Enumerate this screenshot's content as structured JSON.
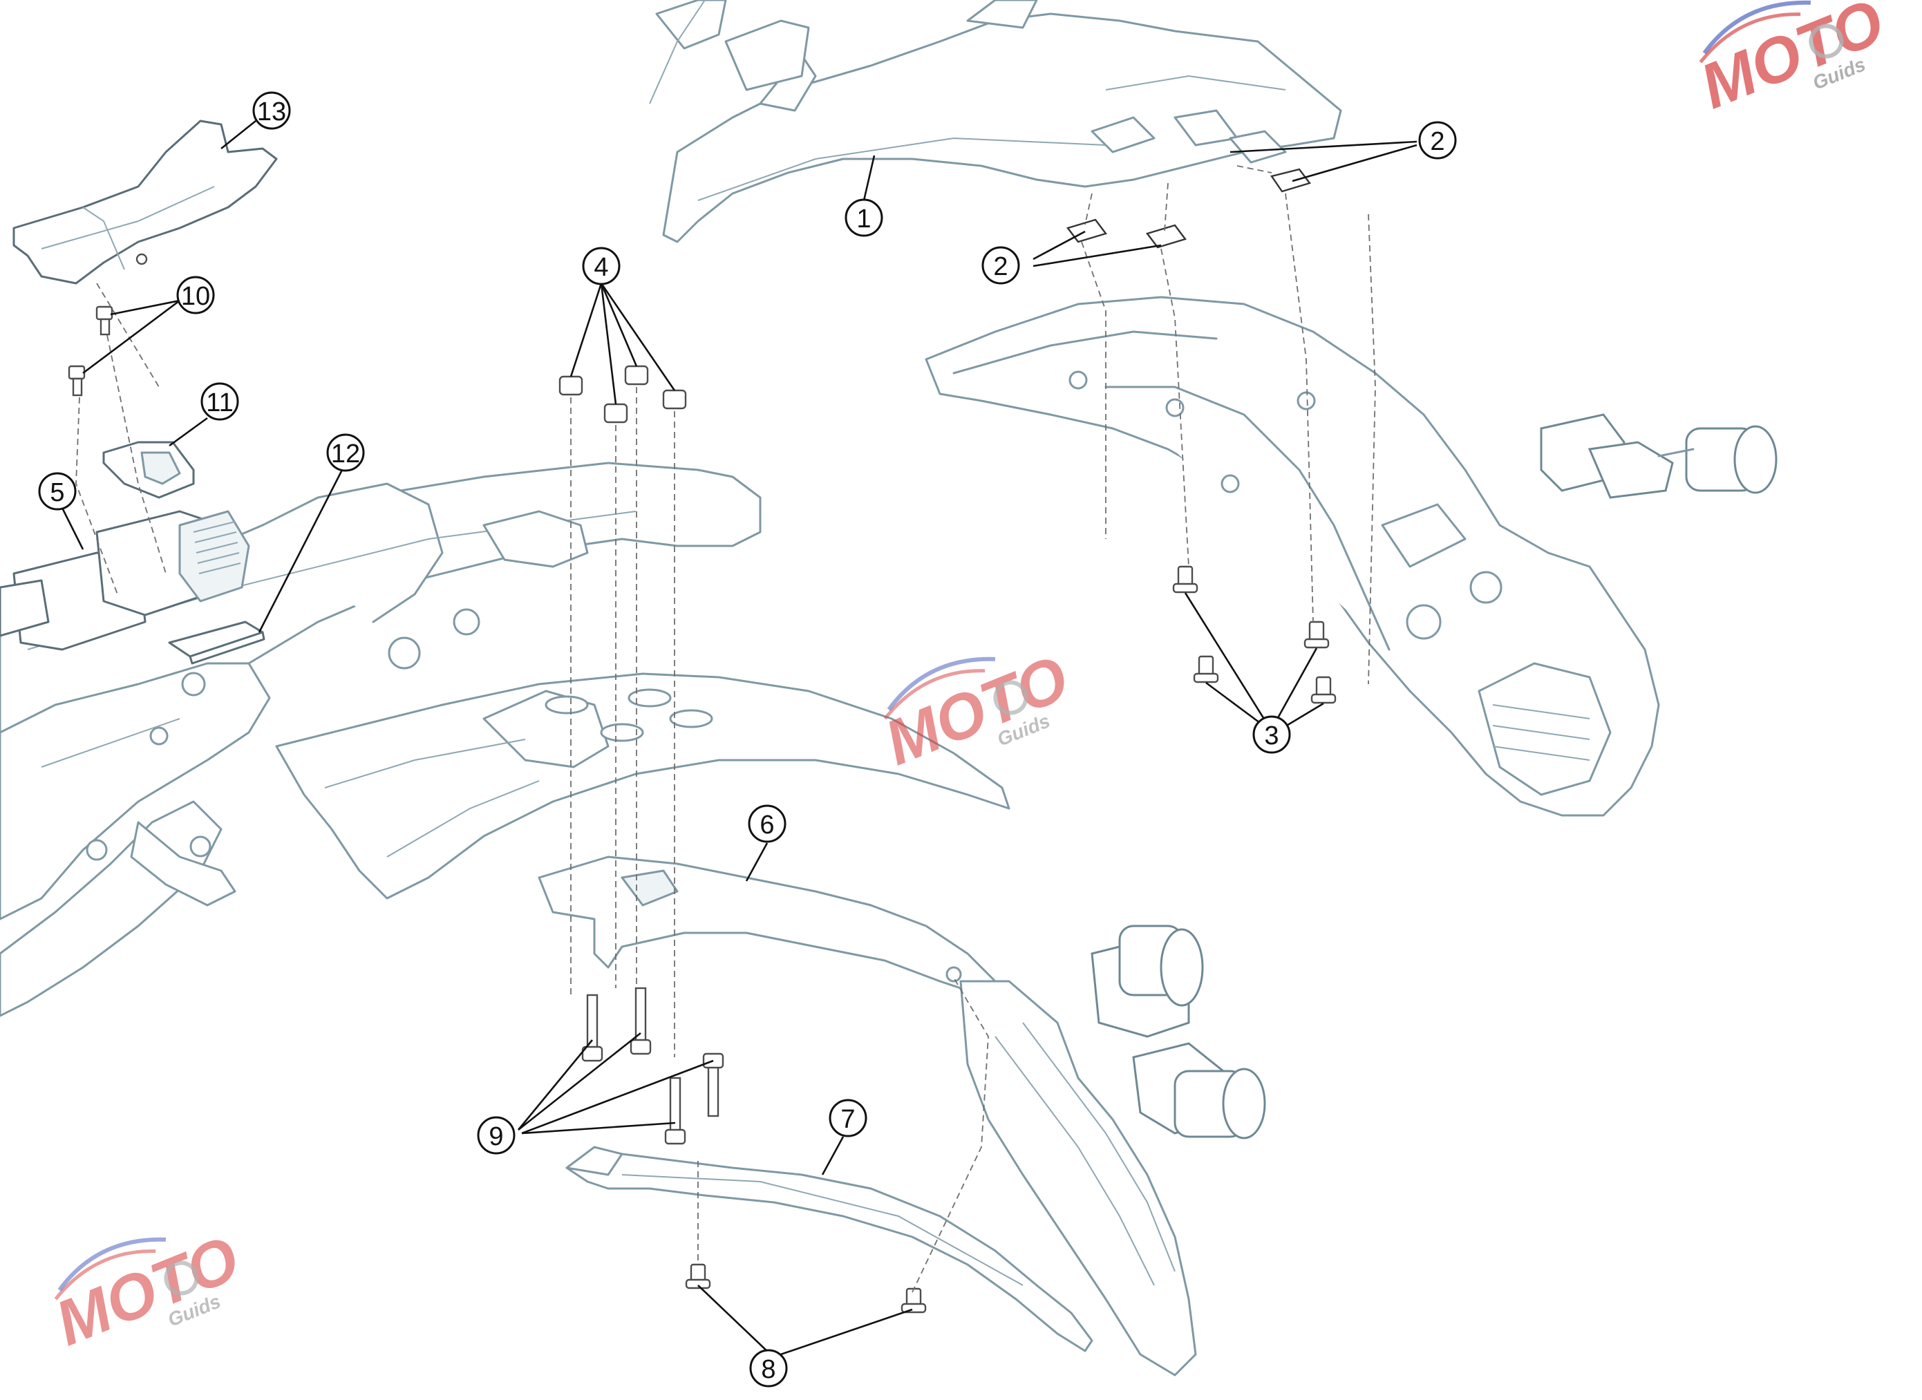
{
  "callouts": [
    {
      "id": "1",
      "label": "1"
    },
    {
      "id": "2a",
      "label": "2"
    },
    {
      "id": "2b",
      "label": "2"
    },
    {
      "id": "3",
      "label": "3"
    },
    {
      "id": "4",
      "label": "4"
    },
    {
      "id": "5",
      "label": "5"
    },
    {
      "id": "6",
      "label": "6"
    },
    {
      "id": "7",
      "label": "7"
    },
    {
      "id": "8",
      "label": "8"
    },
    {
      "id": "9",
      "label": "9"
    },
    {
      "id": "10",
      "label": "10"
    },
    {
      "id": "11",
      "label": "11"
    },
    {
      "id": "12",
      "label": "12"
    },
    {
      "id": "13",
      "label": "13"
    }
  ],
  "watermark": {
    "brand": "MOTO",
    "sub": "Guids",
    "colors": {
      "red": "#d94a4a",
      "blue": "#5b6fc4",
      "gray": "#b0b0b0"
    }
  },
  "colors": {
    "part_stroke": "#7f98a4",
    "callout_stroke": "#111111",
    "guide_stroke": "#6f6f6f"
  }
}
